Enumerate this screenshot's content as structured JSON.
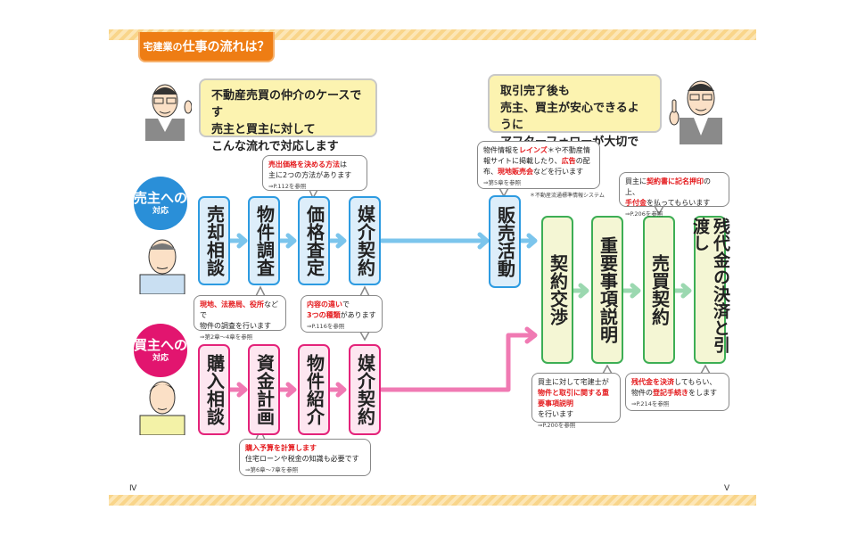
{
  "header": {
    "title_small": "宅建業の",
    "title_big": "仕事の流れは？"
  },
  "speech": {
    "left": [
      "不動産売買の仲介のケースです",
      "売主と買主に対して",
      "こんな流れで対応します"
    ],
    "right": [
      "取引完了後も",
      "売主、買主が安心できるように",
      "アフターフォローが大切です！"
    ]
  },
  "seller": {
    "circle_big": "売主への",
    "circle_small": "対応",
    "steps": [
      "売却相談",
      "物件調査",
      "価格査定",
      "媒介契約"
    ],
    "notes": {
      "survey": {
        "red": "現地、法務局、役所",
        "rest": "などで",
        "line2": "物件の調査を行います",
        "ref": "⇒第2章〜4章を参照"
      },
      "price": {
        "red": "売出価格を決める方法",
        "rest": "は",
        "line2": "主に2つの方法があります",
        "ref": "⇒P.112を参照"
      },
      "contract": {
        "red1": "内容の違い",
        "rest1": "で",
        "red2": "3つの種類",
        "rest2": "があります",
        "ref": "⇒P.116を参照"
      }
    }
  },
  "buyer": {
    "circle_big": "買主への",
    "circle_small": "対応",
    "steps": [
      "購入相談",
      "資金計画",
      "物件紹介",
      "媒介契約"
    ],
    "notes": {
      "funding": {
        "red": "購入予算を計算します",
        "line2": "住宅ローンや税金の知識も必要です",
        "ref": "⇒第6章〜7章を参照"
      }
    }
  },
  "sales": {
    "step": "販売活動",
    "note": {
      "t1": "物件情報を",
      "red1": "レインズ",
      "t2": "＊や不動産情",
      "t3": "報サイトに掲載したり、",
      "red2": "広告",
      "t4": "の配",
      "t5": "布、",
      "red3": "現地販売会",
      "t6": "などを行います",
      "ref": "⇒第5章を参照"
    },
    "footnote": "＊不動産流通標準情報システム"
  },
  "closing": {
    "steps": [
      "契約交渉",
      "重要事項説明",
      "売買契約",
      "残代金の決済と引渡し"
    ],
    "notes": {
      "explanation": {
        "t1": "買主に対して宅建士が",
        "red": "物件と取引に関する重要事項説明",
        "t2": "を行います",
        "ref": "⇒P.200を参照"
      },
      "contract": {
        "t1": "買主に",
        "red1": "契約書に記名押印",
        "t2": "の上、",
        "red2": "手付金",
        "t3": "を払ってもらいます",
        "ref": "⇒P.206を参照"
      },
      "settlement": {
        "red1": "残代金を決済",
        "t1": "してもらい、",
        "t2": "物件の",
        "red2": "登記手続き",
        "t3": "をします",
        "ref": "⇒P.214を参照"
      }
    }
  },
  "pages": {
    "left": "Ⅳ",
    "right": "Ⅴ"
  },
  "colors": {
    "accent_orange": "#ee7d14",
    "seller_blue": "#2d9be1",
    "buyer_pink": "#e4237a",
    "closing_green": "#3dae55",
    "highlight_red": "#e4181b"
  }
}
